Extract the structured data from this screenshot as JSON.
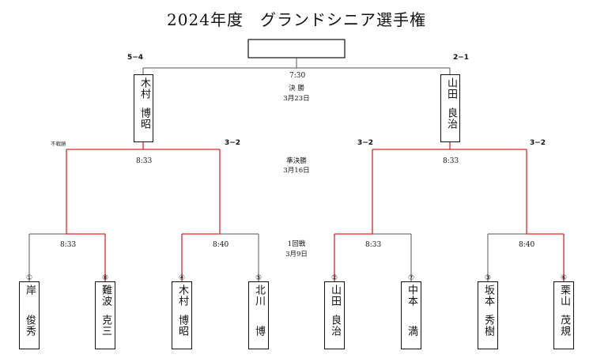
{
  "title": "2024年度　グランドシニア選手権",
  "champion_box": "",
  "round_labels": {
    "final": {
      "time": "7:30",
      "name": "決 勝",
      "date": "3月23日"
    },
    "semi": {
      "name": "準決勝",
      "date": "3月16日"
    },
    "first": {
      "name": "1回戦",
      "date": "3月9日"
    }
  },
  "final": {
    "left_player": {
      "line1": "木村",
      "line2": "博昭"
    },
    "right_player": {
      "line1": "山田",
      "line2": "良治"
    },
    "left_score": "5−4",
    "right_score": "2−1"
  },
  "semifinals": {
    "left_time": "8:33",
    "right_time": "8:33",
    "note": "不戦勝"
  },
  "first_round": {
    "times": [
      "8:33",
      "8:40",
      "8:33",
      "8:40"
    ],
    "scores": [
      "3−2",
      "3−2",
      "3−2"
    ]
  },
  "players": [
    {
      "seed": "①",
      "line1": "岸",
      "line2": "俊秀"
    },
    {
      "seed": "⑧",
      "line1": "難波",
      "line2": "克三"
    },
    {
      "seed": "④",
      "line1": "木村",
      "line2": "博昭"
    },
    {
      "seed": "⑤",
      "line1": "北川",
      "line2": "博"
    },
    {
      "seed": "②",
      "line1": "山田",
      "line2": "良治"
    },
    {
      "seed": "⑦",
      "line1": "中本",
      "line2": "満"
    },
    {
      "seed": "③",
      "line1": "坂本",
      "line2": "秀樹"
    },
    {
      "seed": "⑥",
      "line1": "栗山",
      "line2": "茂規"
    }
  ],
  "colors": {
    "win_line": "#e02424",
    "line": "#555555"
  }
}
